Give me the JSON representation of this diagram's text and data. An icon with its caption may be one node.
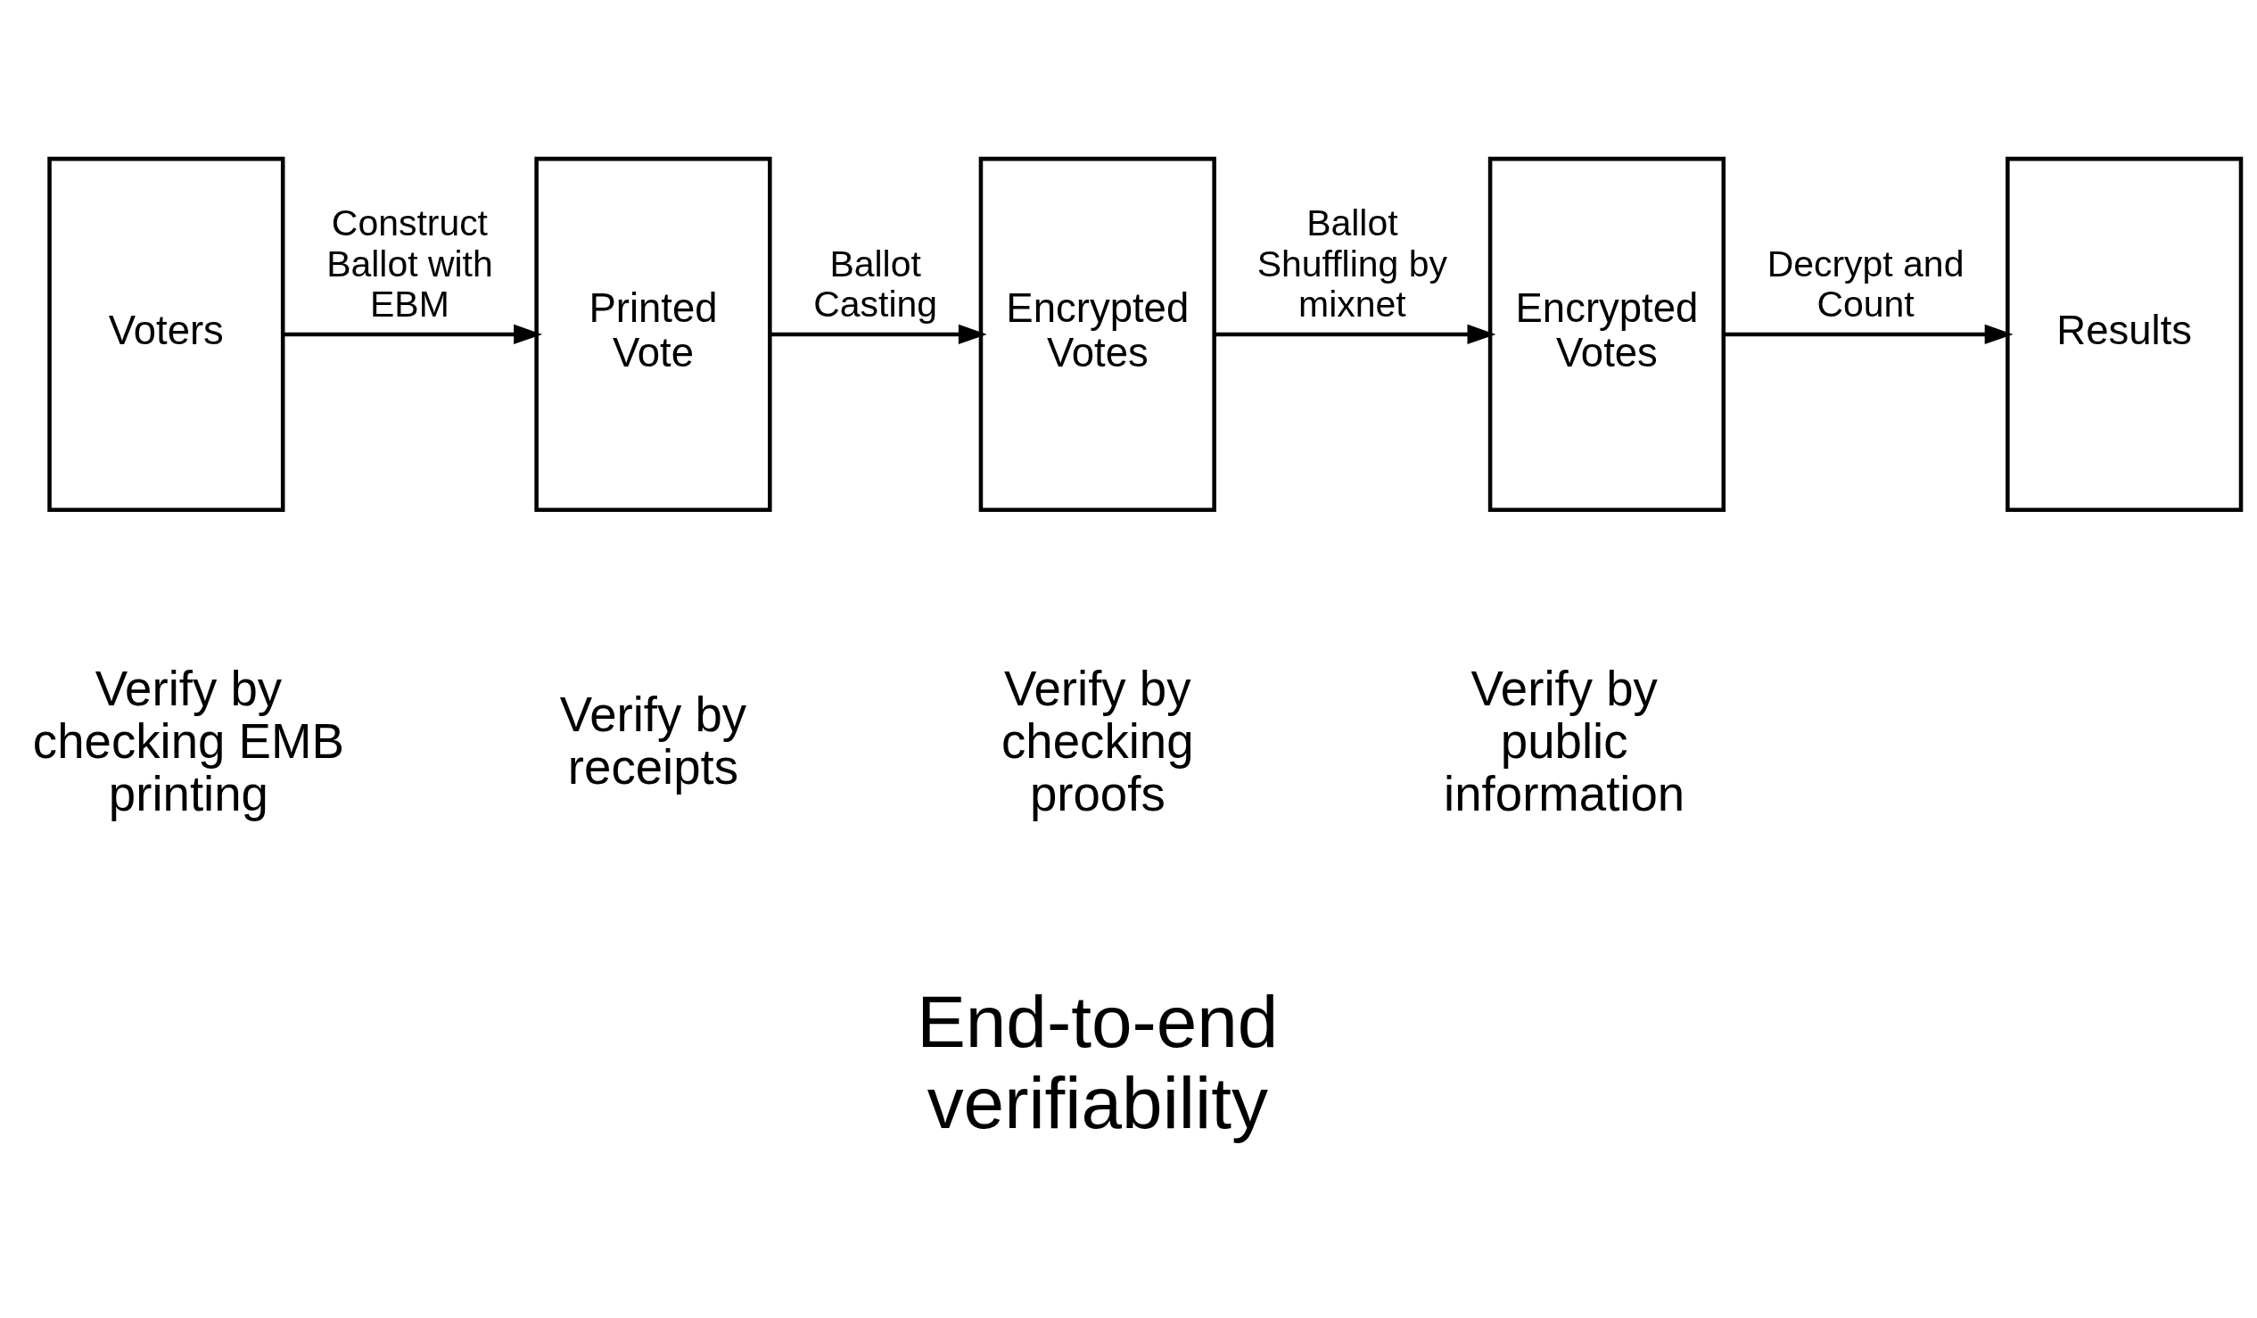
{
  "diagram": {
    "nodes": [
      {
        "text": [
          "Voters"
        ]
      },
      {
        "text": [
          "Printed Vote"
        ]
      },
      {
        "text": [
          "Encrypted Votes"
        ]
      },
      {
        "text": [
          "Encrypted Votes"
        ]
      },
      {
        "text": [
          "Results"
        ]
      }
    ],
    "edges": [
      {
        "from": 0,
        "to": 1,
        "arrow": "to",
        "label": "Construct Ballot with EBM"
      },
      {
        "from": 1,
        "to": 2,
        "arrow": "to",
        "label": "Ballot Casting"
      },
      {
        "from": 2,
        "to": 3,
        "arrow": "to",
        "label": "Ballot Shuffling by mixnet"
      },
      {
        "from": 3,
        "to": 4,
        "arrow": "to",
        "label": "Decrypt and Count"
      }
    ],
    "labels": [
      "Verify by checking EMB printing",
      "Verify by receipts",
      "Verify by checking proofs",
      "Verify by public information",
      "End-to-end verifiability"
    ]
  }
}
